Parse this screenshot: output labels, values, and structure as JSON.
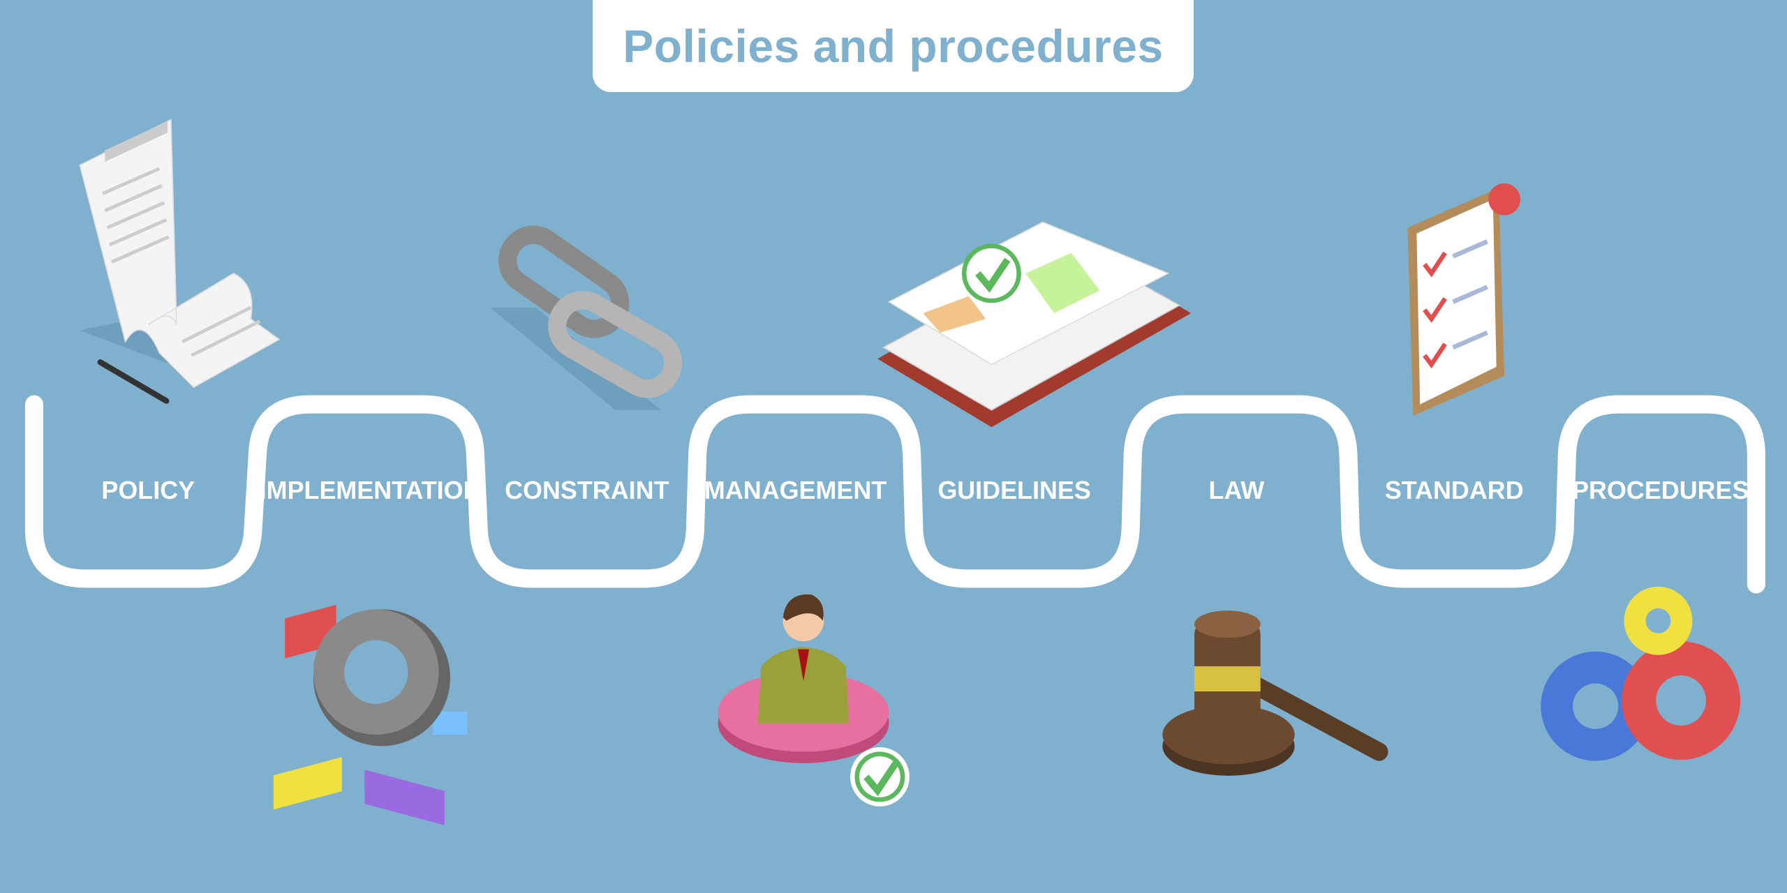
{
  "title": "Policies and procedures",
  "steps": [
    {
      "label": "POLICY",
      "icon": "scroll-document-with-pen-icon"
    },
    {
      "label": "IMPLEMENTATION",
      "icon": "gear-with-puzzle-pieces-icon"
    },
    {
      "label": "CONSTRAINT",
      "icon": "chain-link-icon"
    },
    {
      "label": "MANAGEMENT",
      "icon": "manager-on-gear-with-check-icon"
    },
    {
      "label": "GUIDELINES",
      "icon": "open-book-with-check-icon"
    },
    {
      "label": "LAW",
      "icon": "judge-gavel-icon"
    },
    {
      "label": "STANDARD",
      "icon": "checklist-clipboard-with-badge-icon"
    },
    {
      "label": "PROCEDURES",
      "icon": "colored-gears-icon"
    }
  ],
  "colors": {
    "background": "#7fb0cd",
    "path": "#ffffff",
    "title_text": "#7fb0cd"
  }
}
